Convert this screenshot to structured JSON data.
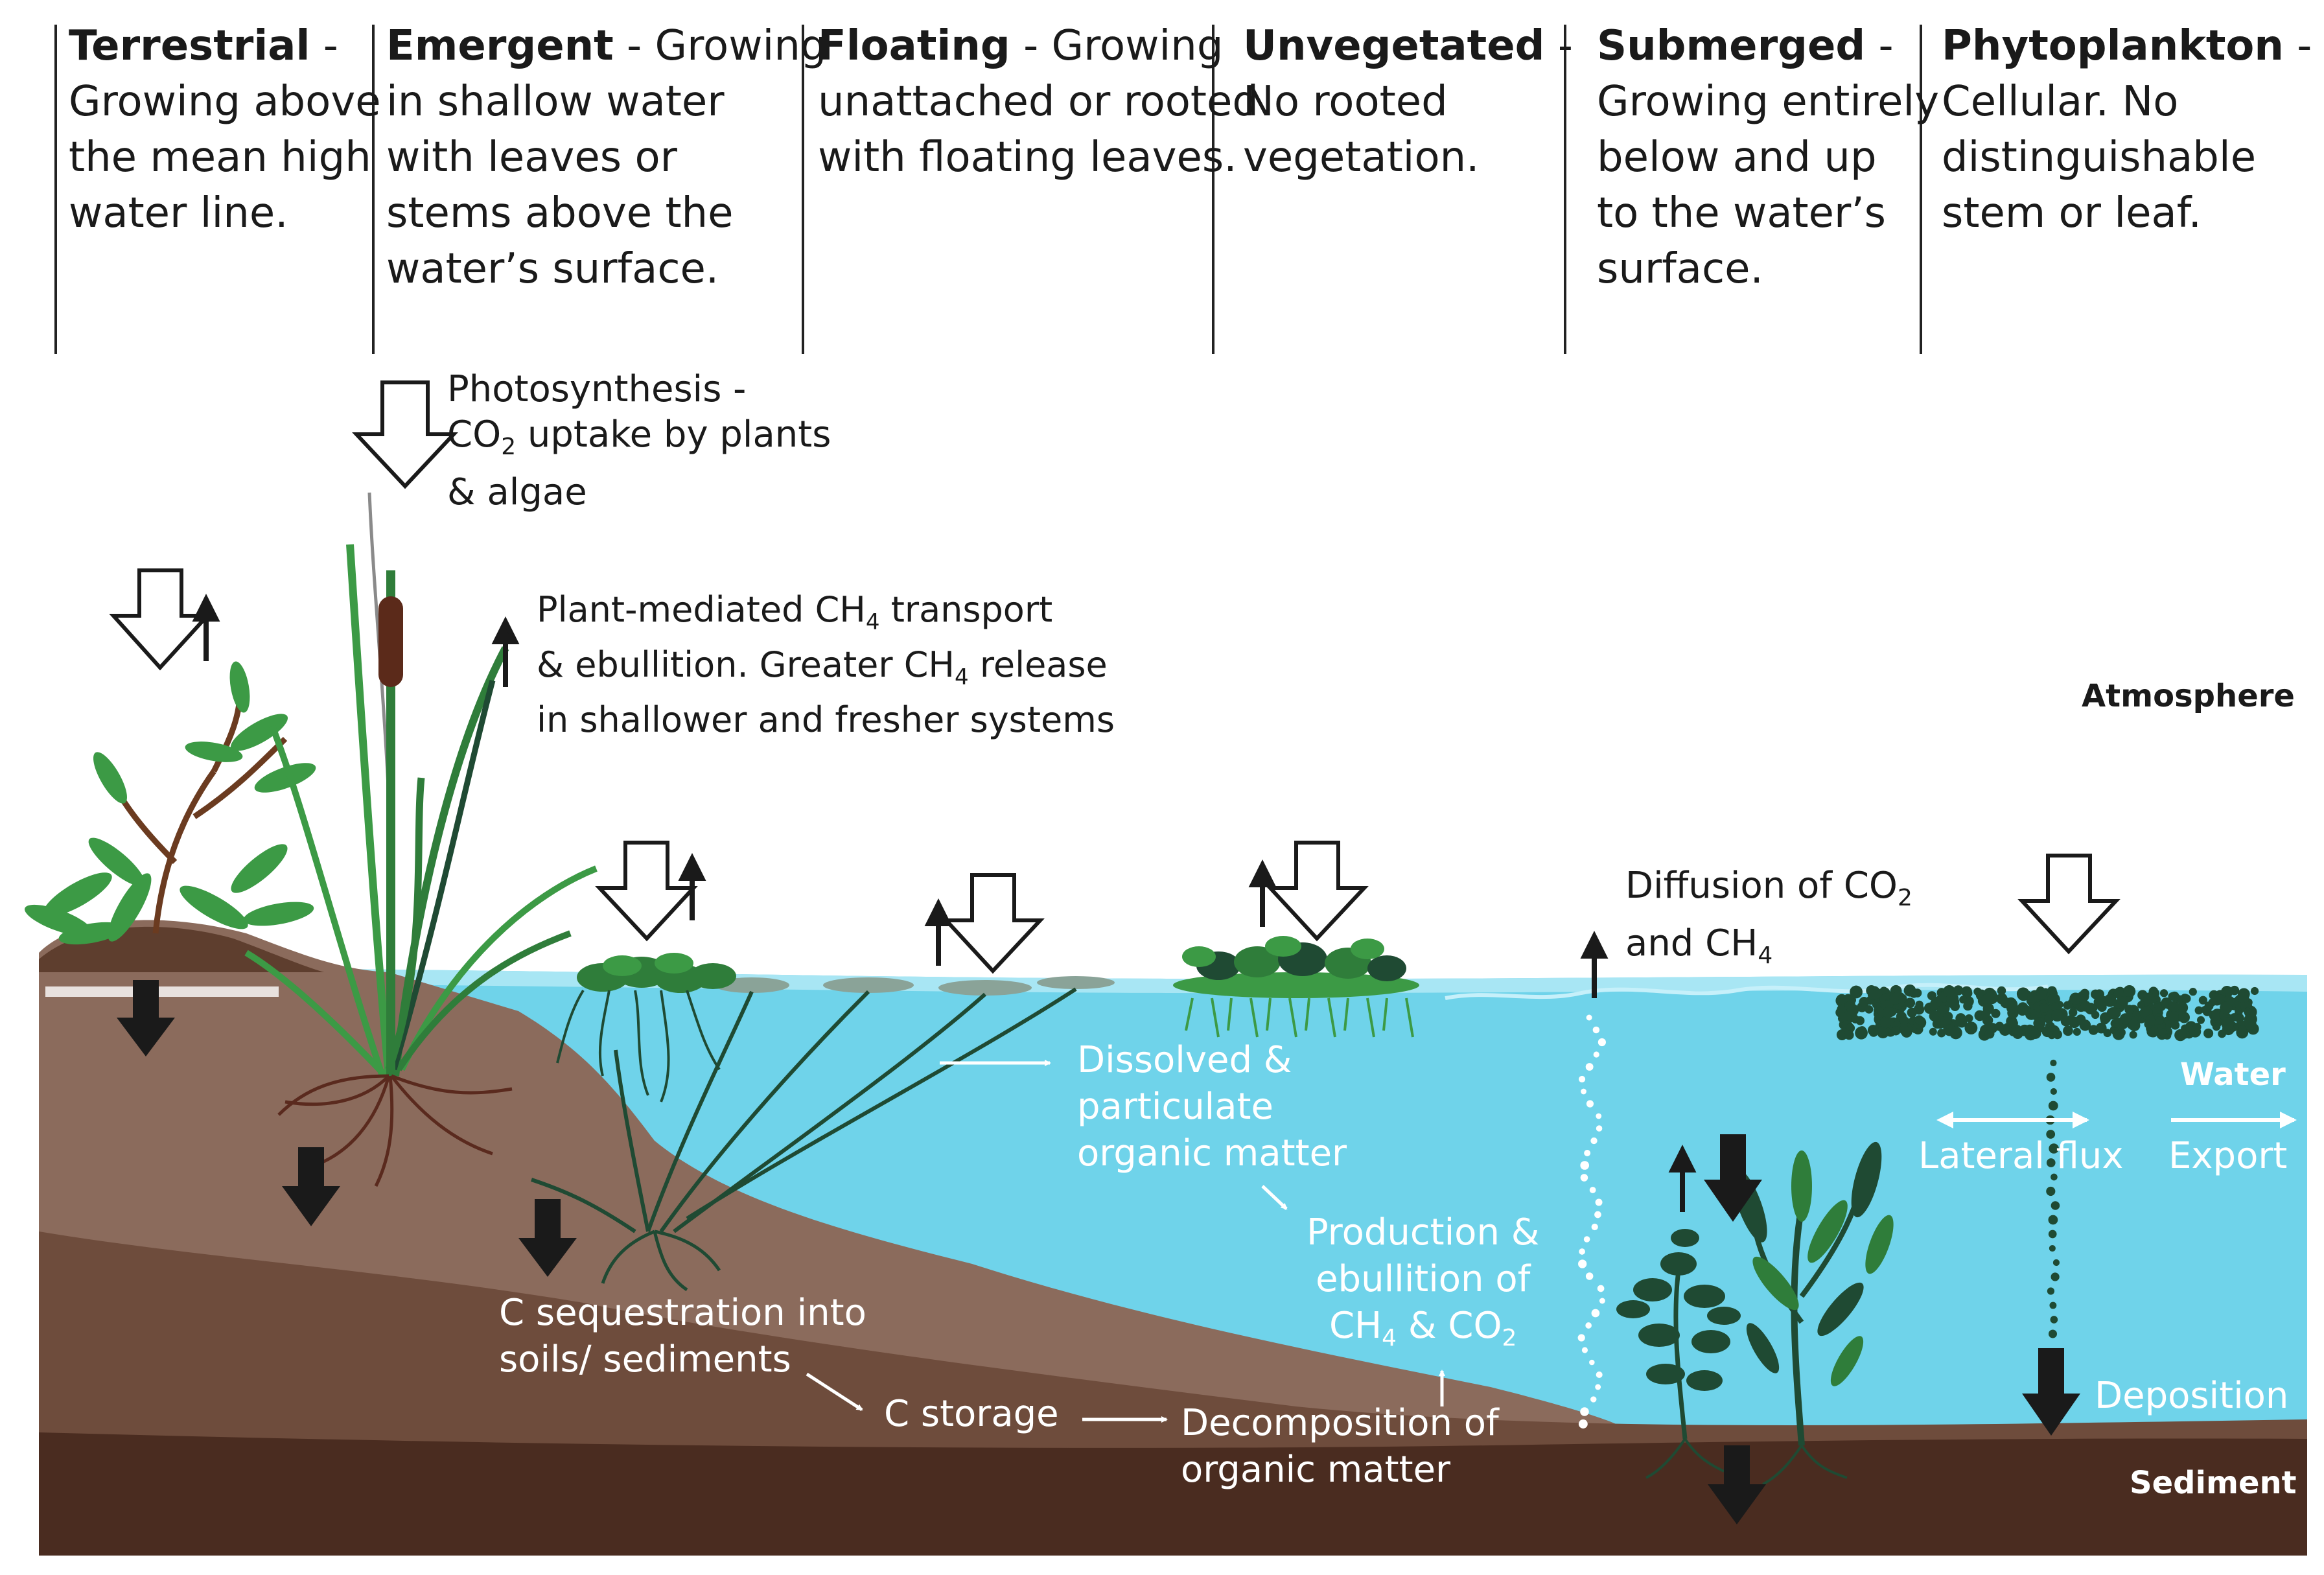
{
  "headers": [
    {
      "title": "Terrestrial",
      "lines": [
        "Growing above",
        "the mean high",
        "water line."
      ]
    },
    {
      "title": "Emergent",
      "first": "Growing",
      "lines": [
        "in shallow water",
        "with leaves or",
        "stems above the",
        "water’s surface."
      ]
    },
    {
      "title": "Floating",
      "first": "Growing",
      "lines": [
        "unattached or rooted",
        "with floating leaves."
      ]
    },
    {
      "title": "Unvegetated",
      "lines": [
        "No rooted",
        "vegetation."
      ]
    },
    {
      "title": "Submerged",
      "lines": [
        "Growing entirely",
        "below and up",
        "to the water’s",
        "surface."
      ]
    },
    {
      "title": "Phytoplankton",
      "lines": [
        "Cellular. No",
        "distinguishable",
        "stem or leaf."
      ]
    }
  ],
  "labels": {
    "photosynthesis": [
      "Photosynthesis -",
      "CO2 uptake by plants",
      "& algae"
    ],
    "plant_mediated": [
      "Plant-mediated CH4 transport",
      "& ebullition. Greater CH4 release",
      "in shallower and fresher systems"
    ],
    "diffusion": [
      "Diffusion of CO2",
      "and CH4"
    ],
    "dissolved": [
      "Dissolved &",
      "particulate",
      "organic matter"
    ],
    "production": [
      "Production &",
      "ebullition of",
      "CH4 & CO2"
    ],
    "sequestration": [
      "C sequestration into",
      "soils/ sediments"
    ],
    "storage": "C storage",
    "decomposition": [
      "Decomposition of",
      "organic matter"
    ],
    "lateral_flux": "Lateral flux",
    "export": "Export",
    "deposition": "Deposition"
  },
  "zones": {
    "atmosphere": "Atmosphere",
    "water": "Water",
    "sediment": "Sediment"
  },
  "colors": {
    "water": "#6fd3ea",
    "water_surface": "#9fe3f3",
    "soil_dark": "#4a2c20",
    "soil_mid": "#6e4c3c",
    "soil_light": "#8b6b5c",
    "plant_dark": "#1f4a33",
    "plant_green": "#3c9a45",
    "cattail": "#5b2a1a"
  }
}
